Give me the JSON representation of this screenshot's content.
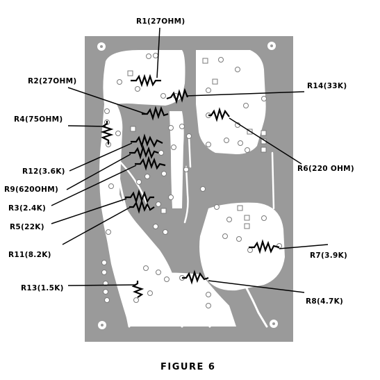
{
  "caption": "FIGURE 6",
  "labels": {
    "r1": "R1(27OHM)",
    "r2": "R2(27OHM)",
    "r14": "R14(33K)",
    "r4": "R4(75OHM)",
    "r6": "R6(220 OHM)",
    "r12": "R12(3.6K)",
    "r9": "R9(620OHM)",
    "r3": "R3(2.4K)",
    "r5": "R5(22K)",
    "r11": "R11(8.2K)",
    "r7": "R7(3.9K)",
    "r13": "R13(1.5K)",
    "r8": "R8(4.7K)"
  }
}
